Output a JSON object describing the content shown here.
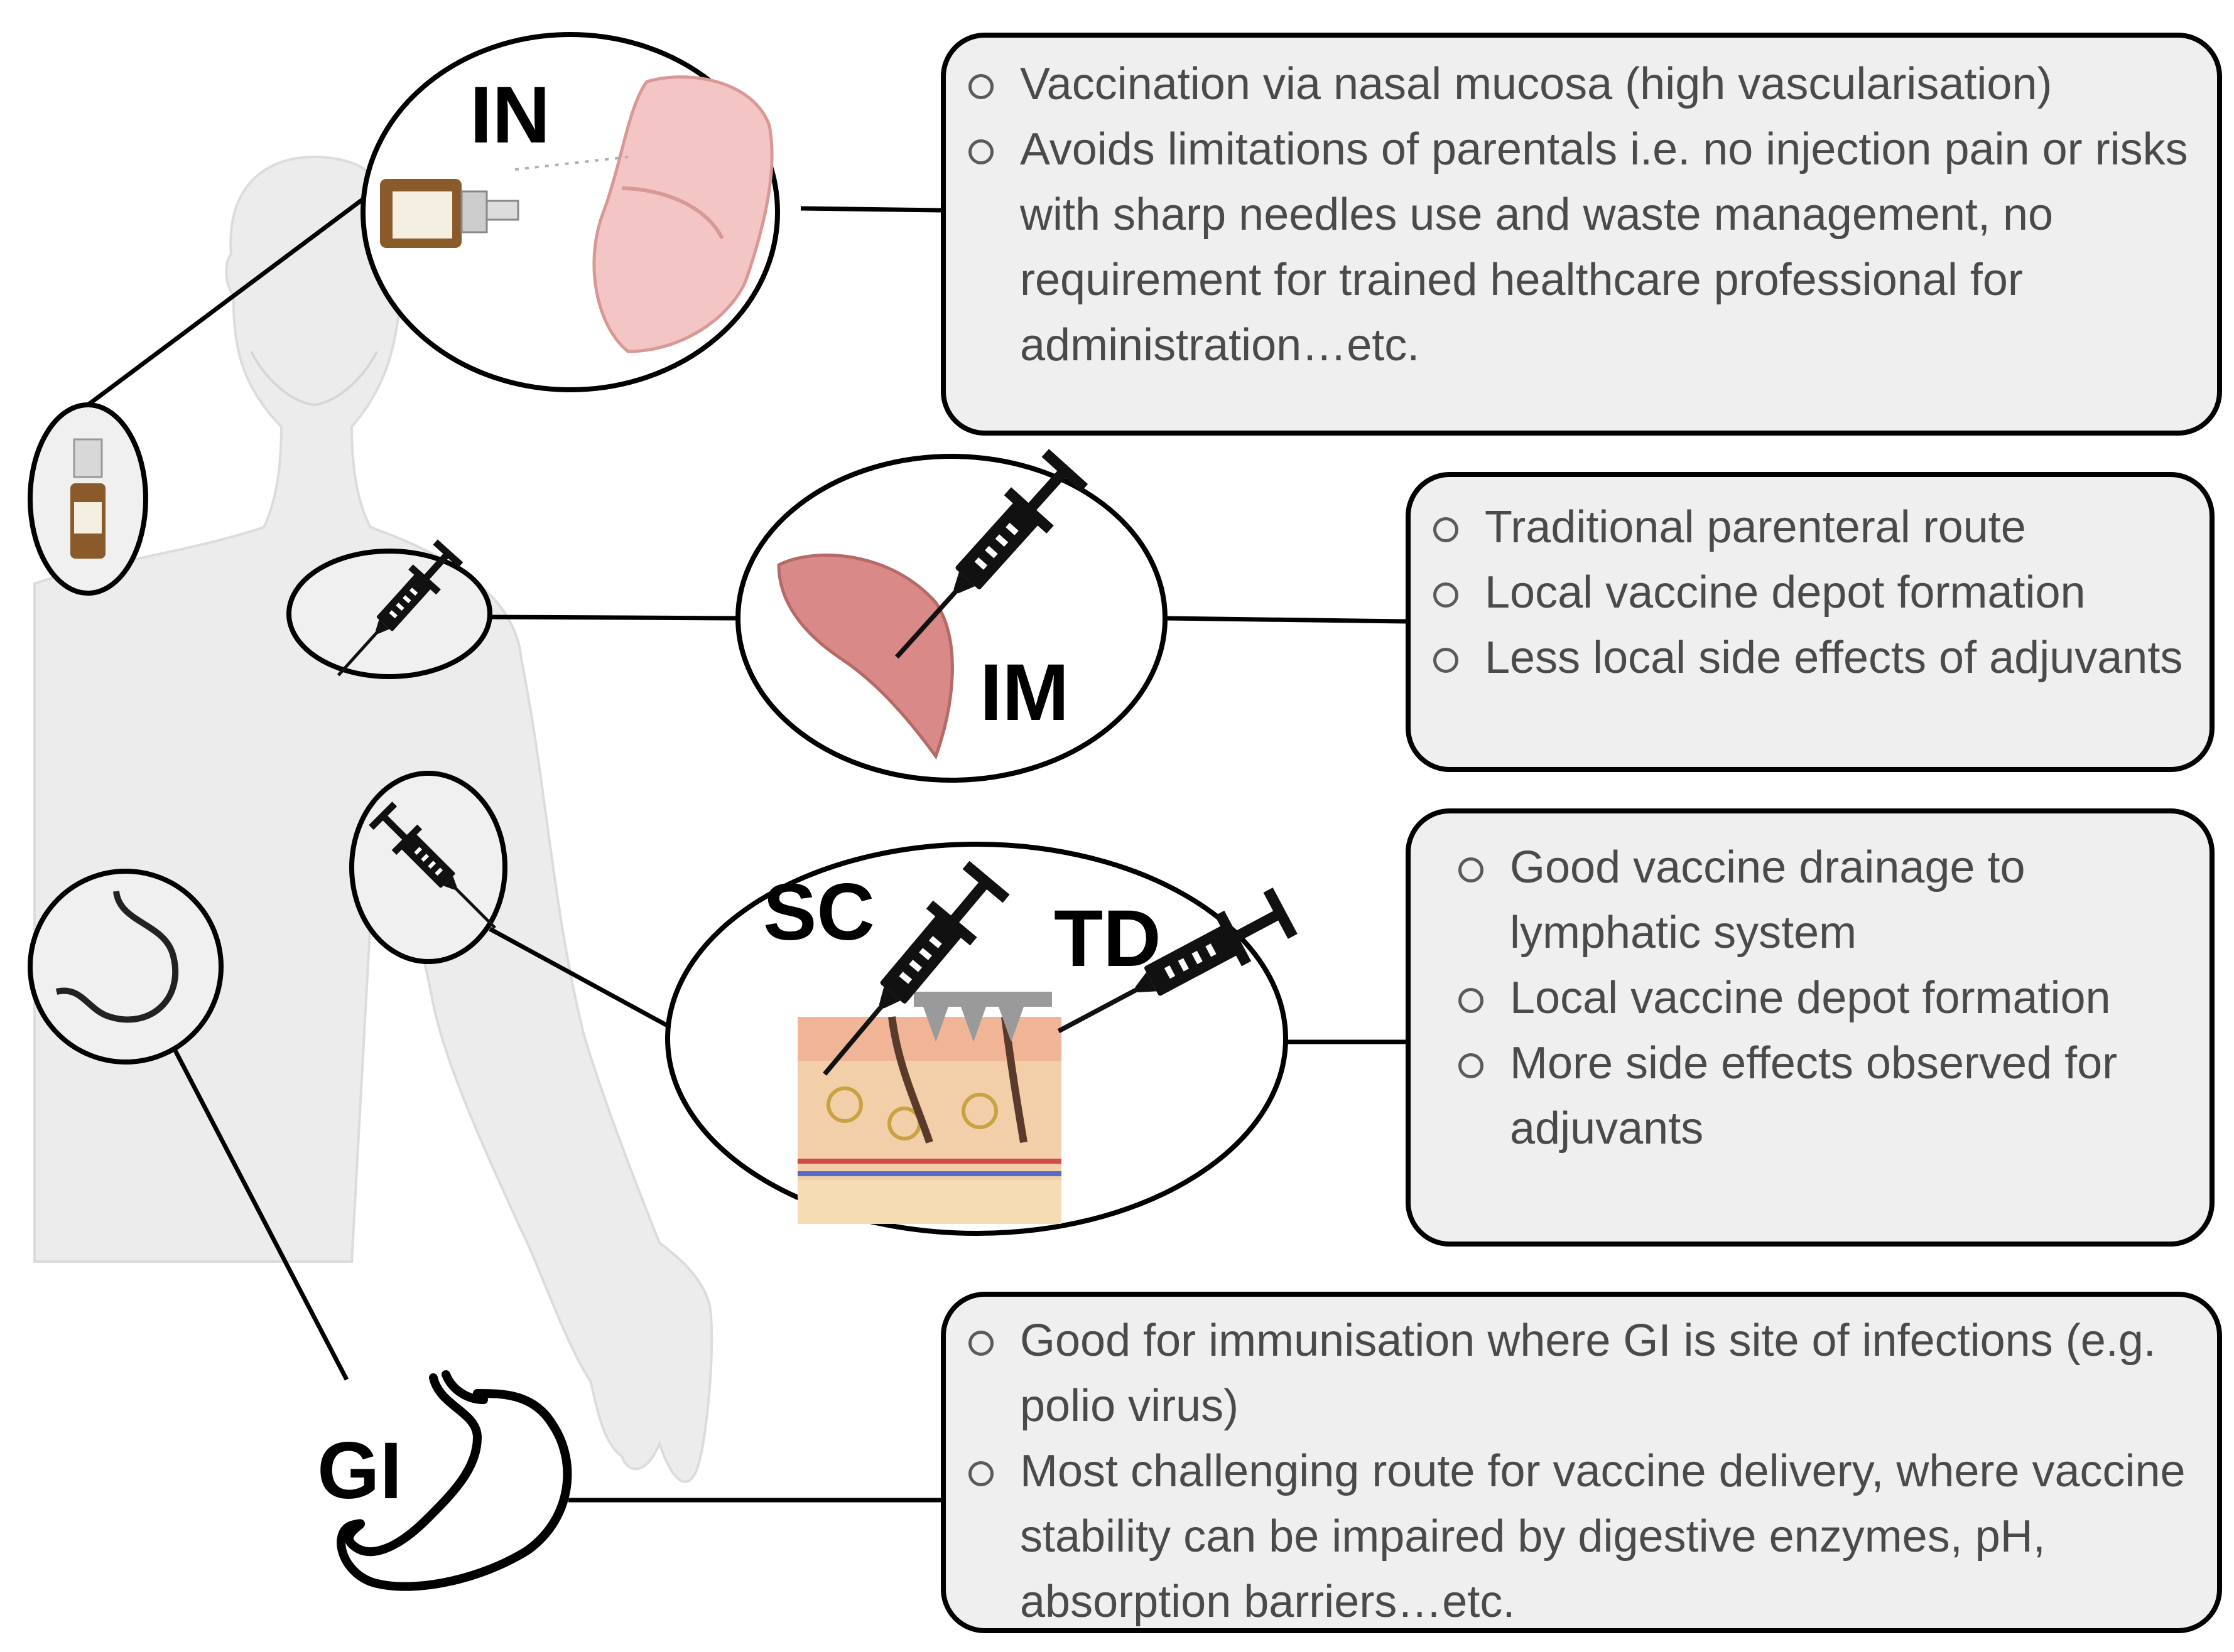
{
  "routes": {
    "in": {
      "label": "IN",
      "points": [
        "Vaccination via nasal mucosa (high vascularisation)",
        "Avoids limitations of parentals i.e. no injection pain or risks with sharp needles use and waste management, no requirement for trained healthcare professional for administration…etc."
      ]
    },
    "im": {
      "label": "IM",
      "points": [
        "Traditional parenteral route",
        "Local vaccine depot formation",
        "Less local side effects of adjuvants"
      ]
    },
    "sc": {
      "label": "SC"
    },
    "td": {
      "label": "TD",
      "points": [
        "Good vaccine drainage to lymphatic system",
        "Local vaccine depot formation",
        "More side effects observed for adjuvants"
      ]
    },
    "gi": {
      "label": "GI",
      "points": [
        "Good for immunisation where GI is site of infections (e.g. polio virus)",
        "Most challenging route for vaccine delivery, where vaccine stability can be impaired by digestive enzymes, pH, absorption barriers…etc."
      ]
    }
  },
  "icons": [
    "human-body-silhouette",
    "nasal-spray-icon",
    "syringe-icon",
    "deltoid-muscle-icon",
    "skin-layers-icon",
    "microneedle-patch-icon",
    "stomach-icon"
  ],
  "colors": {
    "box_fill": "#efefef",
    "body_fill": "#ececec",
    "muscle": "#d98a88",
    "skin": "#f2cfa8"
  }
}
